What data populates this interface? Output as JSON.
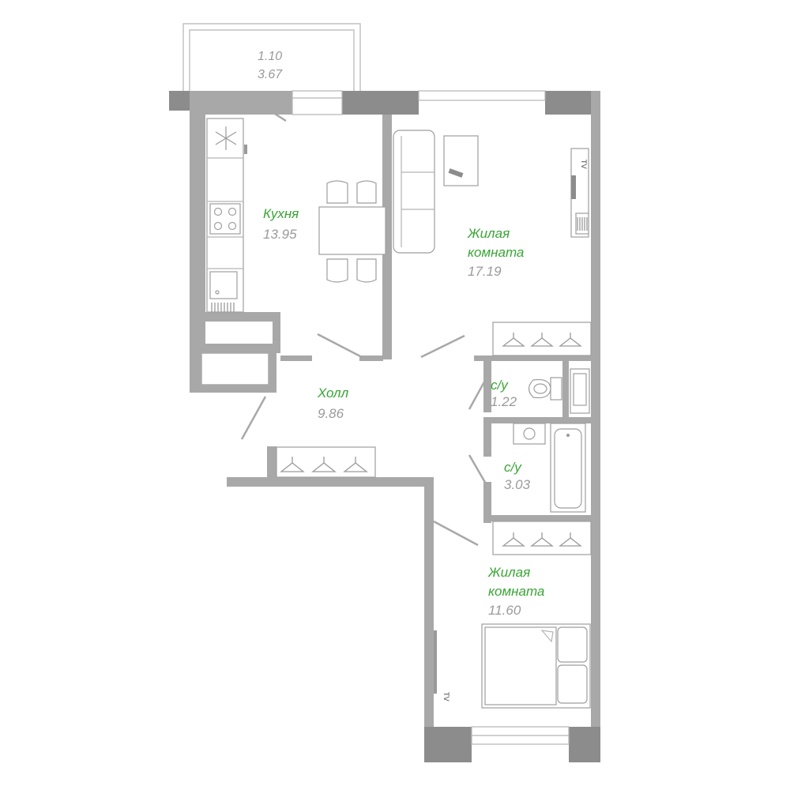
{
  "rooms": {
    "balcony": {
      "width": "1.10",
      "area": "3.67"
    },
    "kitchen": {
      "name": "Кухня",
      "area": "13.95"
    },
    "living1": {
      "name_line1": "Жилая",
      "name_line2": "комната",
      "area": "17.19"
    },
    "hall": {
      "name": "Холл",
      "area": "9.86"
    },
    "wc": {
      "name": "с/у",
      "area": "1.22"
    },
    "bath": {
      "name": "с/у",
      "area": "3.03"
    },
    "living2": {
      "name_line1": "Жилая",
      "name_line2": "комната",
      "area": "11.60"
    }
  },
  "tv_label": "TV",
  "colors": {
    "room_name": "#3aa535",
    "area": "#9a9a9a",
    "wall": "#a8a8a8",
    "wall_dark": "#8c8c8c"
  }
}
